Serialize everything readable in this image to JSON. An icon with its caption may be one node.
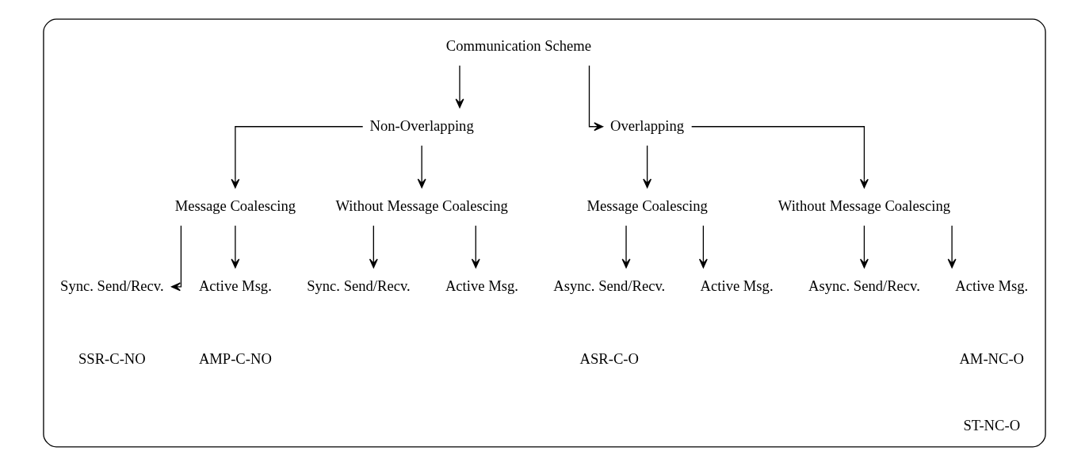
{
  "diagram": {
    "nodes": [
      {
        "text": [],
        "shape": "box"
      },
      {
        "text": [
          "Communication Scheme"
        ],
        "in": 0
      },
      {
        "text": [
          "Non-Overlapping"
        ],
        "in": 0
      },
      {
        "text": [
          "Overlapping"
        ],
        "in": 0
      },
      {
        "text": [
          "Message Coalescing"
        ],
        "in": 0
      },
      {
        "text": [
          "Without Message Coalescing"
        ],
        "in": 0
      },
      {
        "text": [
          "Message Coalescing"
        ],
        "in": 0
      },
      {
        "text": [
          "Without Message Coalescing"
        ],
        "in": 0
      },
      {
        "text": [
          "Sync. Send/Recv."
        ],
        "beside": [
          "SSR-C-NO"
        ],
        "in": 0
      },
      {
        "text": [
          "Active Msg."
        ],
        "beside": [
          "AMP-C-NO"
        ],
        "in": 0
      },
      {
        "text": [
          "Sync. Send/Recv."
        ],
        "in": 0
      },
      {
        "text": [
          "Active Msg."
        ],
        "in": 0
      },
      {
        "text": [
          "Async. Send/Recv."
        ],
        "beside": [
          "ASR-C-O"
        ],
        "in": 0
      },
      {
        "text": [
          "Active Msg."
        ],
        "in": 0
      },
      {
        "text": [
          "Async. Send/Recv."
        ],
        "in": 0
      },
      {
        "text": [
          "Active Msg."
        ],
        "beside": [
          "AM-NC-O",
          "ST-NC-O"
        ],
        "in": 0
      }
    ],
    "edges": [
      {
        "from": 1,
        "to": 2,
        "arrow": "to"
      },
      {
        "from": 1,
        "to": 3,
        "arrow": "to"
      },
      {
        "from": 2,
        "to": 4,
        "arrow": "to"
      },
      {
        "from": 2,
        "to": 5,
        "arrow": "to"
      },
      {
        "from": 3,
        "to": 6,
        "arrow": "to"
      },
      {
        "from": 3,
        "to": 7,
        "arrow": "to"
      },
      {
        "from": 4,
        "to": 8,
        "arrow": "to"
      },
      {
        "from": 4,
        "to": 9,
        "arrow": "to"
      },
      {
        "from": 5,
        "to": 10,
        "arrow": "to"
      },
      {
        "from": 5,
        "to": 11,
        "arrow": "to"
      },
      {
        "from": 6,
        "to": 12,
        "arrow": "to"
      },
      {
        "from": 6,
        "to": 13,
        "arrow": "to"
      },
      {
        "from": 7,
        "to": 14,
        "arrow": "to"
      },
      {
        "from": 7,
        "to": 15,
        "arrow": "to"
      }
    ]
  }
}
